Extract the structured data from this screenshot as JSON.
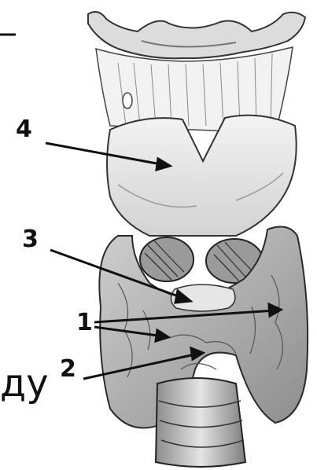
{
  "diagram": {
    "labels": [
      {
        "id": "label-4",
        "text": "4"
      },
      {
        "id": "label-3",
        "text": "3"
      },
      {
        "id": "label-1",
        "text": "1"
      },
      {
        "id": "label-2",
        "text": "2"
      }
    ],
    "edge_text": "ду",
    "colors": {
      "ink": "#111111",
      "tissue_light": "#e9e9e9",
      "tissue_mid": "#bdbdbd",
      "tissue_dark": "#7a7a7a"
    }
  }
}
